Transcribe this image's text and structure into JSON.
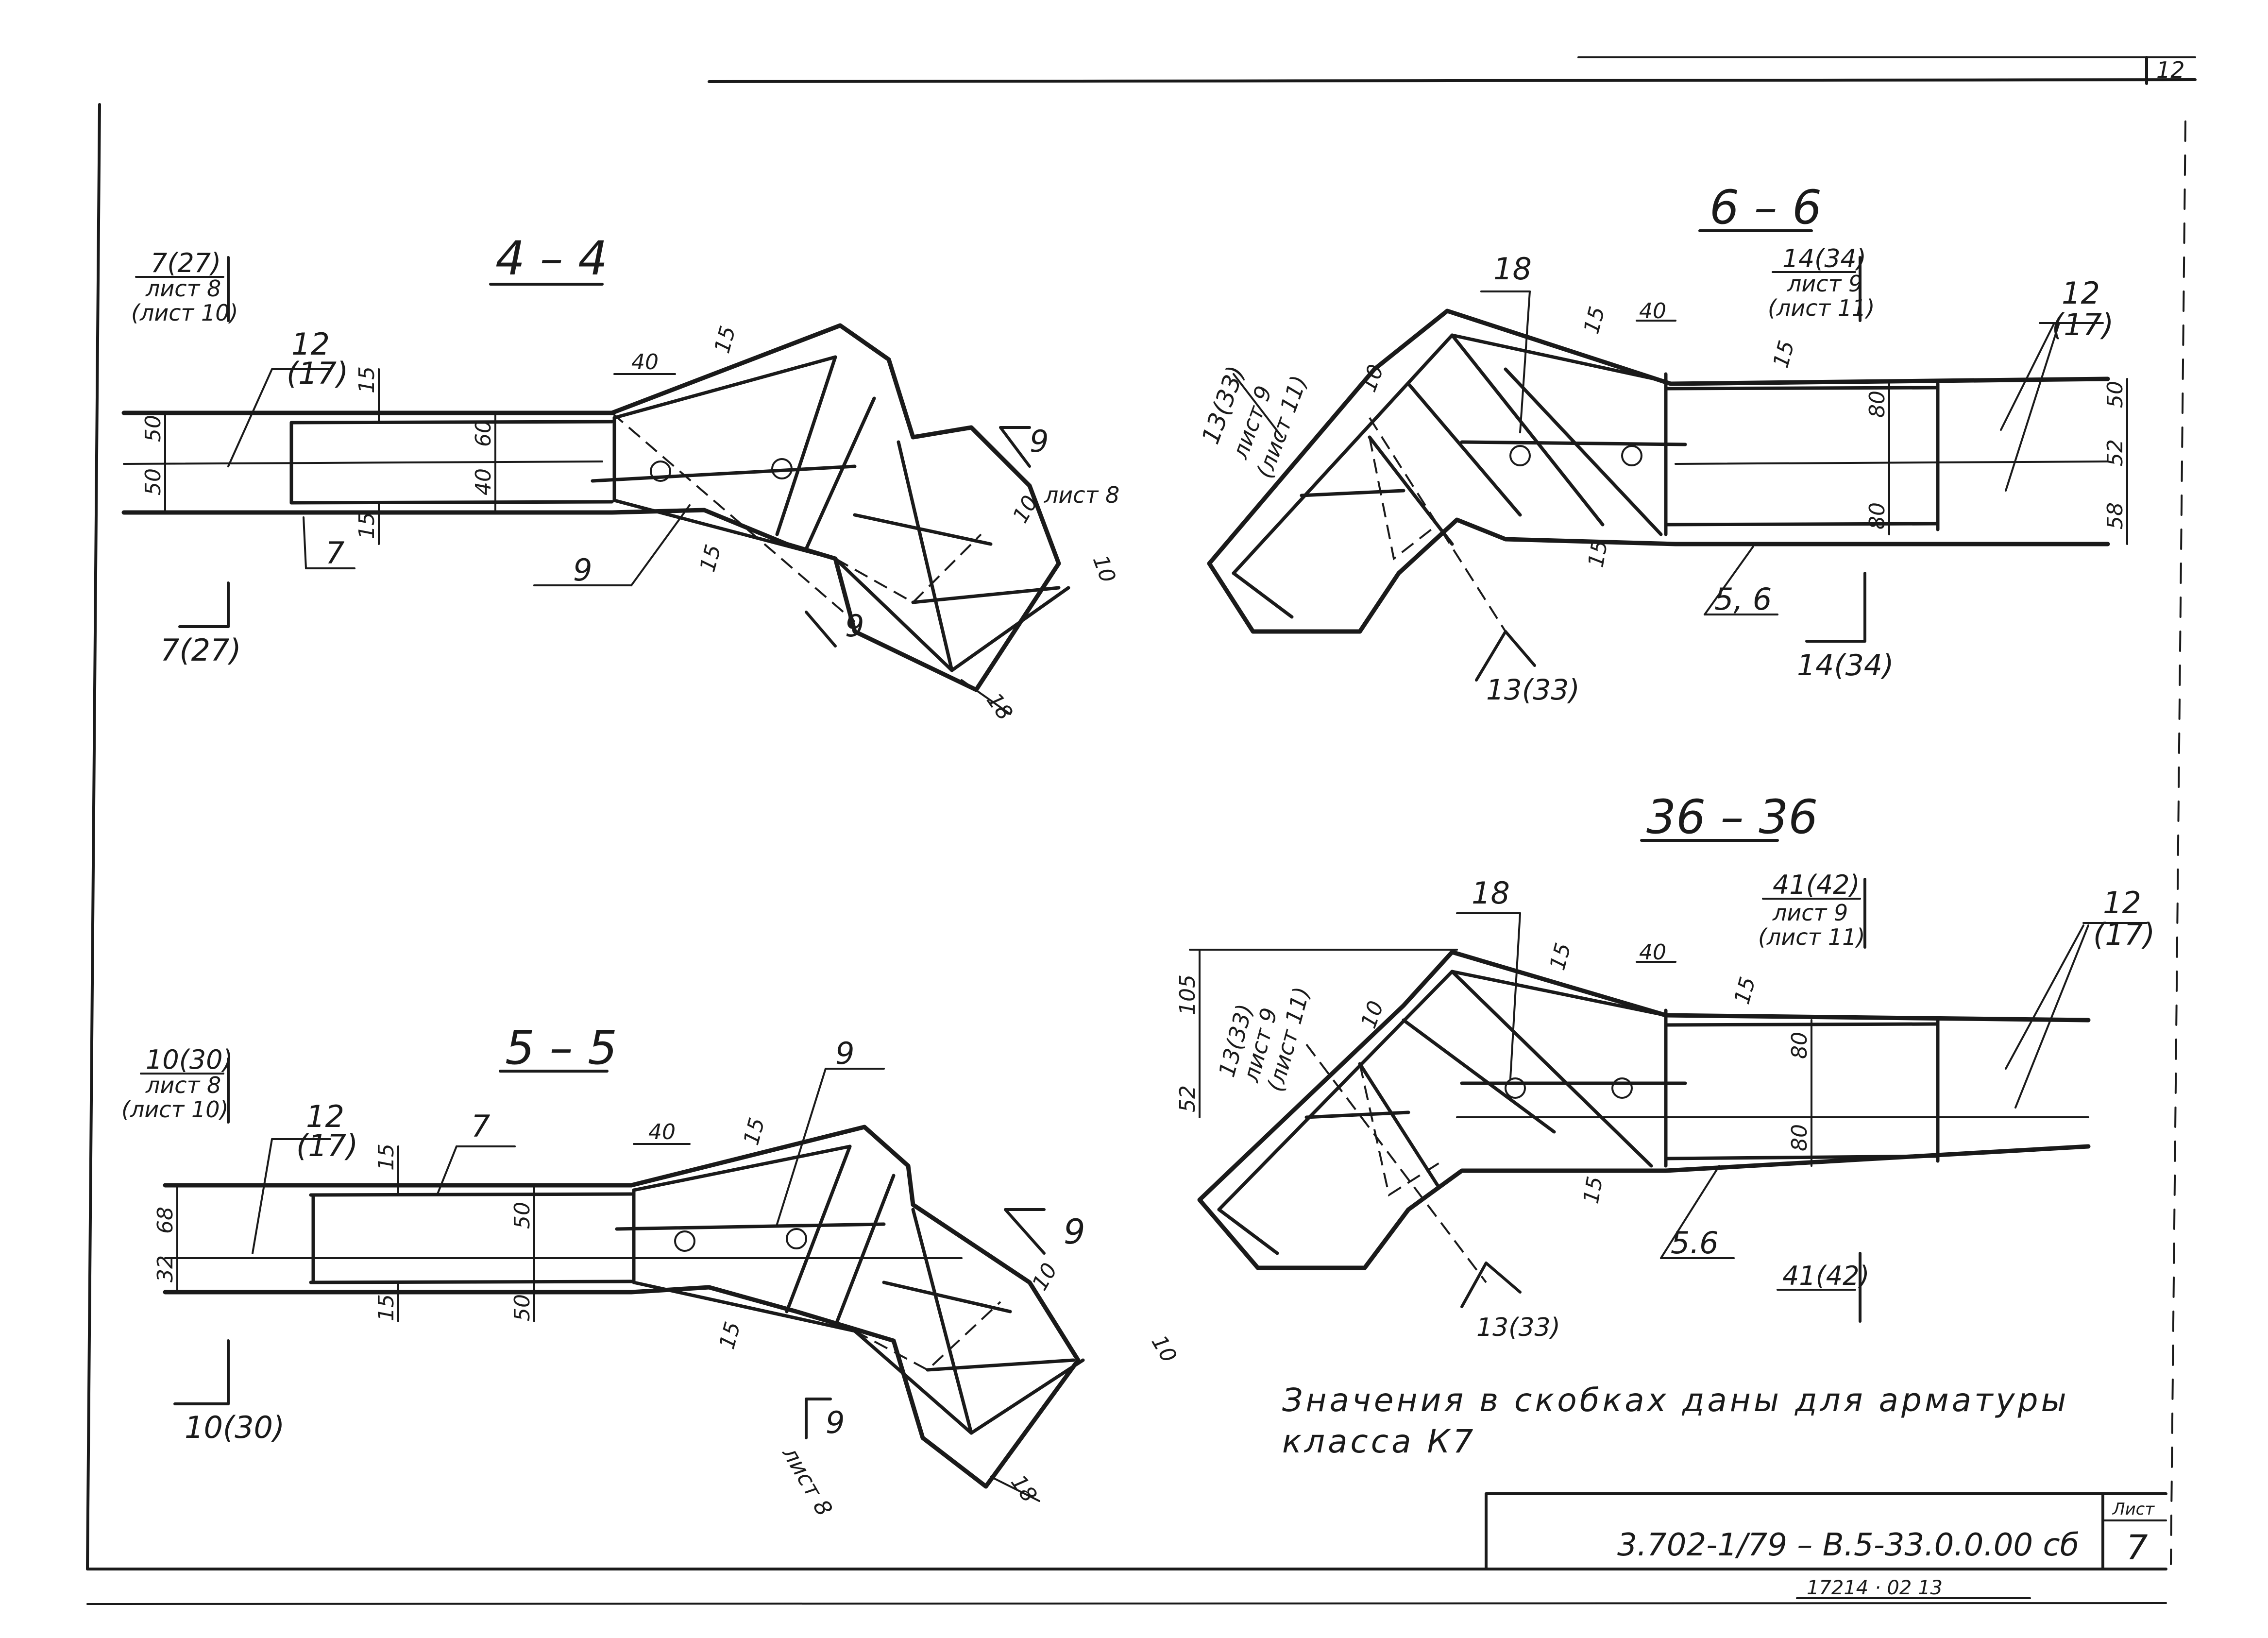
{
  "sheet": {
    "corner_number": "12",
    "note_line1": "Значения в скобках даны для арматуры",
    "note_line2": "класса К7",
    "title_block": {
      "doc_code": "3.702-1/79 – В.5-33.0.0.00 сб",
      "sheet_label": "Лист",
      "sheet_number": "7"
    },
    "footer_number": "17214 · 02   13"
  },
  "section_44": {
    "title": "4 – 4",
    "ref_top": "7(27)",
    "ref_top_sheet": "лист 8",
    "ref_top_sheet_alt": "(лист 10)",
    "ref_bottom": "7(27)",
    "pos_12": "12",
    "pos_17": "(17)",
    "pos_7": "7",
    "pos_9": "9",
    "cut_9": "9",
    "cut_9_sheet": "лист 8",
    "cut_9_bottom": "9",
    "dims": [
      "50",
      "50",
      "15",
      "15",
      "60",
      "40",
      "40",
      "15",
      "15",
      "10",
      "10",
      "18"
    ]
  },
  "section_55": {
    "title": "5 – 5",
    "ref_top": "10(30)",
    "ref_top_sheet": "лист 8",
    "ref_top_sheet_alt": "(лист 10)",
    "ref_bottom": "10(30)",
    "pos_12": "12",
    "pos_17": "(17)",
    "pos_7": "7",
    "pos_9": "9",
    "cut_9": "9",
    "cut_9_bottom": "9",
    "cut_9_sheet": "лист 8",
    "dims": [
      "68",
      "32",
      "15",
      "15",
      "50",
      "50",
      "40",
      "15",
      "15",
      "10",
      "10",
      "18"
    ]
  },
  "section_66": {
    "title": "6 – 6",
    "ref_top": "14(34)",
    "ref_top_sheet": "лист 9",
    "ref_top_sheet_alt": "(лист 11)",
    "ref_bottom": "14(34)",
    "ref_left": "13(33)",
    "ref_left_sheet": "лист 9",
    "ref_left_sheet_alt": "(лист 11)",
    "ref_diag": "13(33)",
    "pos_18": "18",
    "pos_12": "12",
    "pos_17": "(17)",
    "pos_56": "5, 6",
    "dims": [
      "15",
      "40",
      "15",
      "10",
      "80",
      "80",
      "15",
      "50",
      "52",
      "58"
    ]
  },
  "section_3636": {
    "title": "36 – 36",
    "ref_top": "41(42)",
    "ref_top_sheet": "лист 9",
    "ref_top_sheet_alt": "(лист 11)",
    "ref_bottom": "41(42)",
    "ref_left": "13(33)",
    "ref_left_sheet": "лист 9",
    "ref_left_sheet_alt": "(лист 11)",
    "ref_diag": "13(33)",
    "pos_18": "18",
    "pos_12": "12",
    "pos_17": "(17)",
    "pos_56": "5.6",
    "dims": [
      "105",
      "52",
      "15",
      "40",
      "15",
      "10",
      "80",
      "80",
      "15"
    ]
  }
}
